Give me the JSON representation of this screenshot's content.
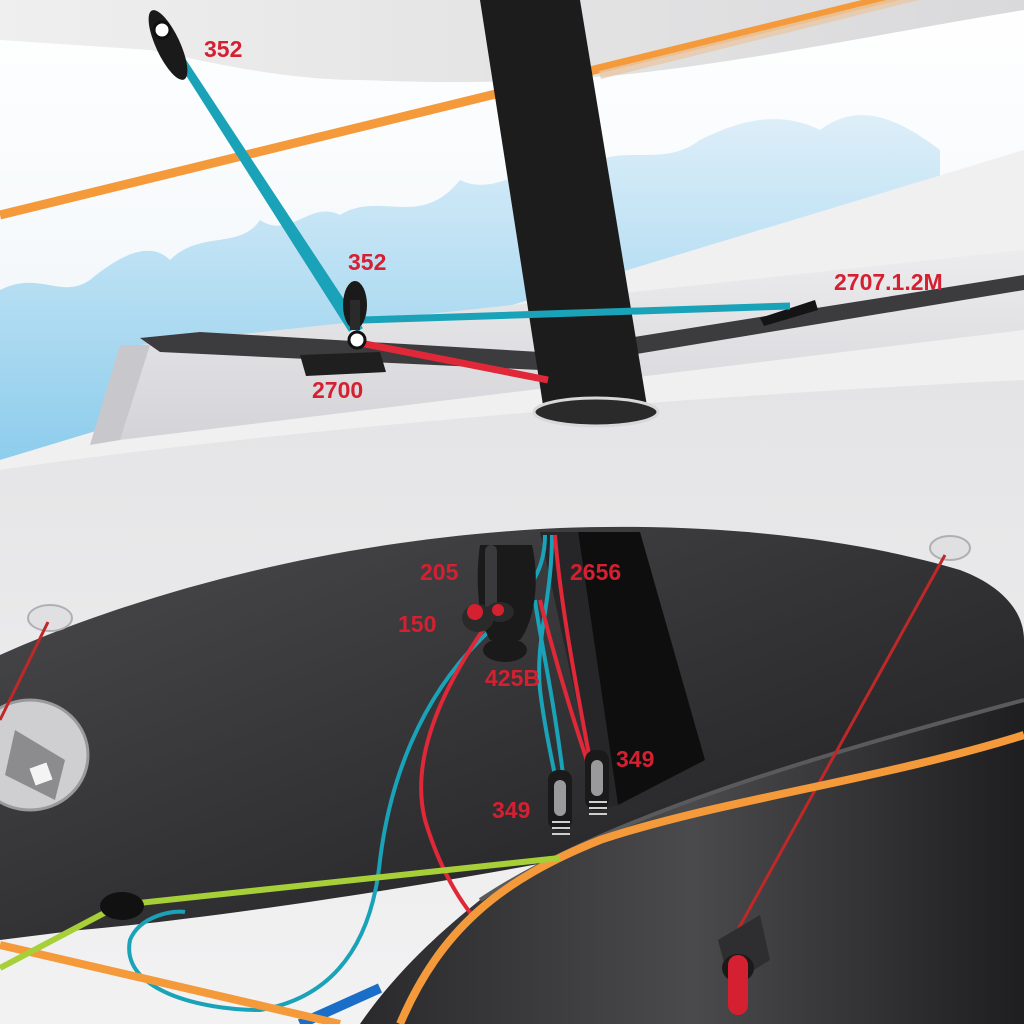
{
  "labels": {
    "block_top": "352",
    "block_deck": "352",
    "deck_track": "2700",
    "deck_track_end": "2707.1.2M",
    "fairlead": "205",
    "cleat_base": "150",
    "cleat_swivel": "425B",
    "side_cleat_right": "2656",
    "cam_cleat_left": "349",
    "cam_cleat_right": "349"
  },
  "colors": {
    "label": "#d42030",
    "line_blue": "#1aa3b8",
    "line_red": "#e02838",
    "line_orange": "#f59a3a",
    "line_green": "#a6cf38",
    "mast": "#1c1c1c",
    "cockpit": "#3a3a3c",
    "hull": "#e6e6e8"
  }
}
